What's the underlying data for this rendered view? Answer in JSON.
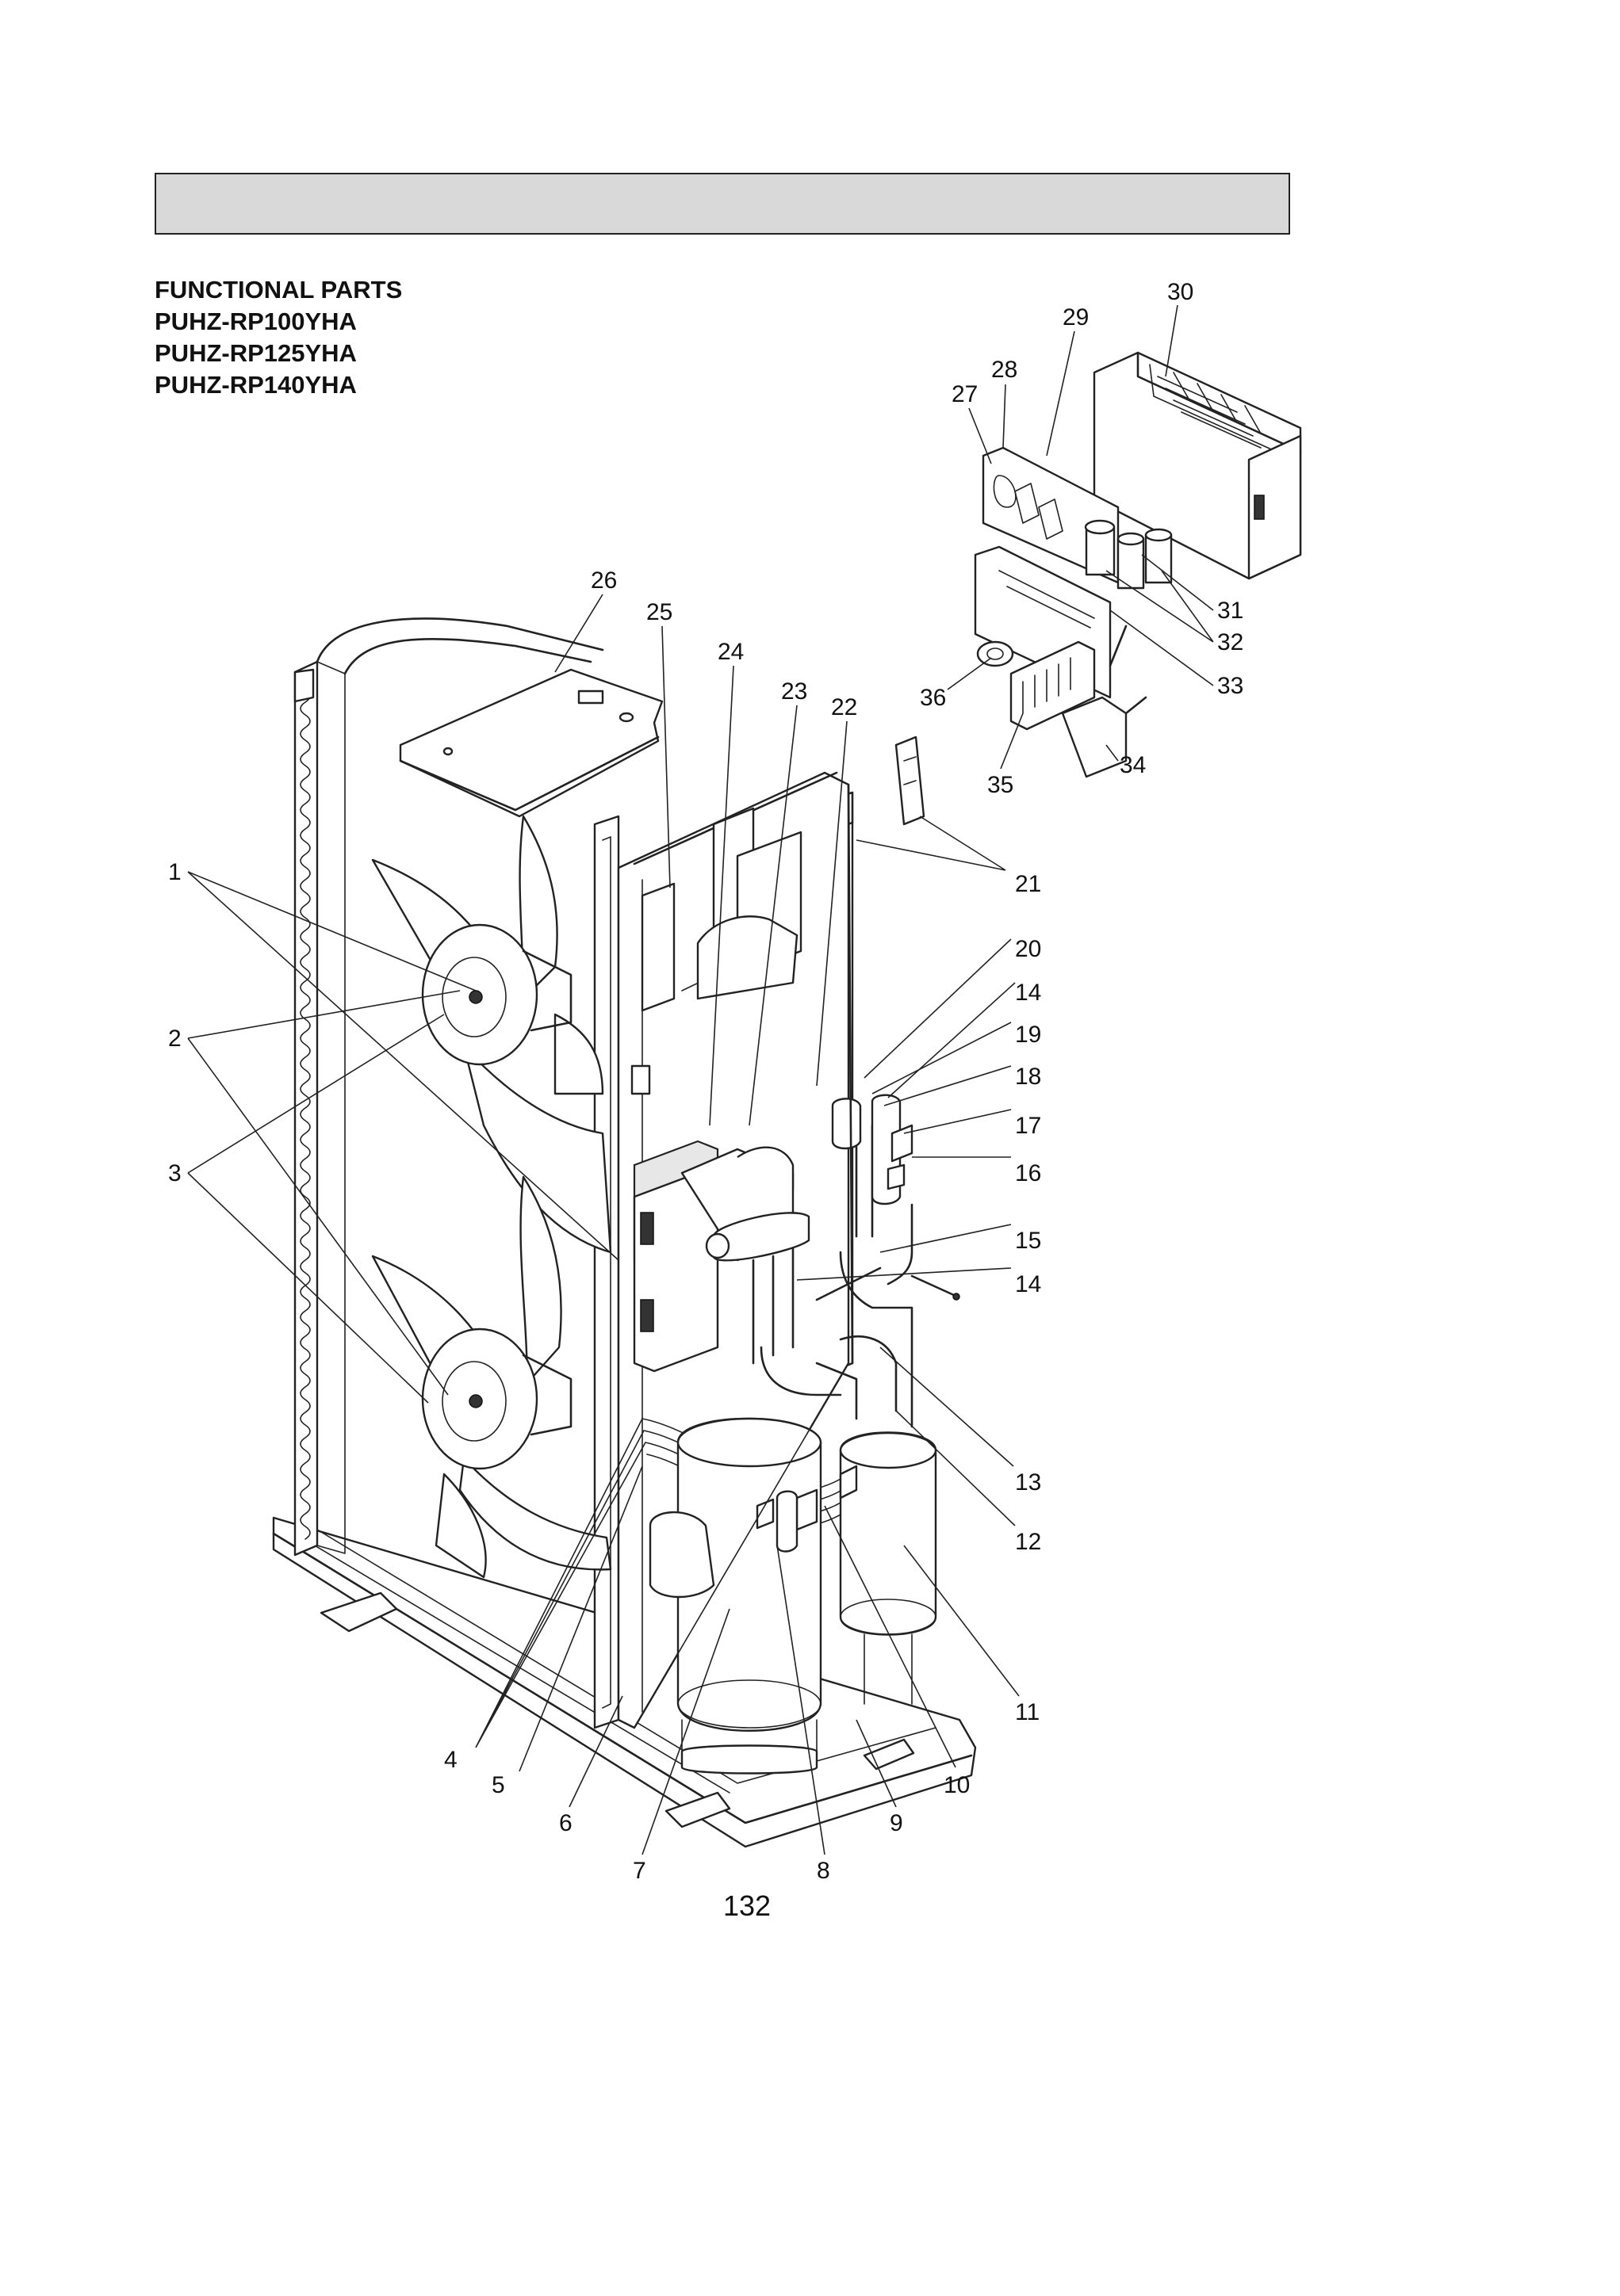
{
  "header": {
    "title_lines": [
      "FUNCTIONAL PARTS",
      "PUHZ-RP100YHA",
      "PUHZ-RP125YHA",
      "PUHZ-RP140YHA"
    ]
  },
  "callouts": [
    "1",
    "2",
    "3",
    "4",
    "5",
    "6",
    "7",
    "8",
    "9",
    "10",
    "11",
    "12",
    "13",
    "14",
    "14",
    "15",
    "16",
    "17",
    "18",
    "19",
    "20",
    "21",
    "22",
    "23",
    "24",
    "25",
    "26",
    "27",
    "28",
    "29",
    "30",
    "31",
    "32",
    "33",
    "34",
    "35",
    "36"
  ],
  "footer": {
    "page_number": "132"
  },
  "colors": {
    "header_bar": "#d9d9d9",
    "line": "#222222"
  }
}
